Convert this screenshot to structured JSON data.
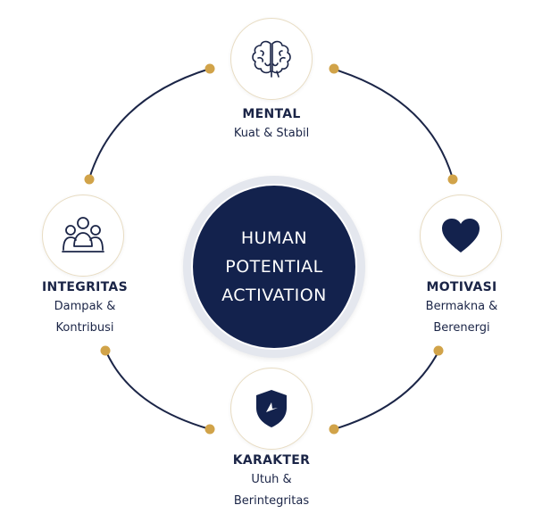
{
  "center": {
    "lines": [
      "HUMAN",
      "POTENTIAL",
      "ACTIVATION"
    ]
  },
  "nodes": {
    "mental": {
      "title": "MENTAL",
      "sub": [
        "Kuat & Stabil"
      ]
    },
    "motivasi": {
      "title": "MOTIVASI",
      "sub": [
        "Bermakna &",
        "Berenergi"
      ]
    },
    "karakter": {
      "title": "KARAKTER",
      "sub": [
        "Utuh &",
        "Berintegritas"
      ]
    },
    "integritas": {
      "title": "INTEGRITAS",
      "sub": [
        "Dampak &",
        "Kontribusi"
      ]
    }
  },
  "icons": {
    "mental": "brain-icon",
    "motivasi": "heart-icon",
    "karakter": "shield-icon",
    "integritas": "people-group-icon"
  },
  "colors": {
    "navy": "#13224d",
    "gold": "#d1a349",
    "ring_line": "#1b2547"
  }
}
